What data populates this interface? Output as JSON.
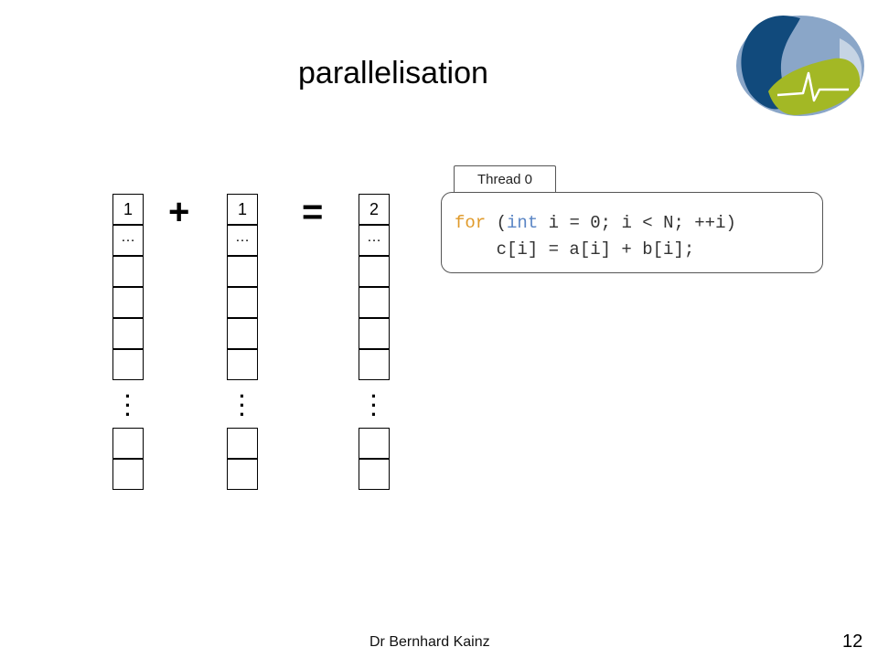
{
  "slide": {
    "title": "parallelisation",
    "footer_author": "Dr Bernhard Kainz",
    "page_number": "12"
  },
  "arrays": [
    {
      "first_value": "1",
      "second_value": "…"
    },
    {
      "first_value": "1",
      "second_value": "…"
    },
    {
      "first_value": "2",
      "second_value": "…"
    }
  ],
  "operators": {
    "plus": "+",
    "equals": "="
  },
  "code_panel": {
    "tab_label": "Thread 0",
    "line1": {
      "kw_for": "for",
      "p1": " (",
      "kw_int": "int",
      "p2": " i = 0; i < N; ++i)"
    },
    "line2": "    c[i] = a[i] + b[i];"
  },
  "colors": {
    "keyword_for": "#e09a2a",
    "keyword_int": "#5b86c5",
    "logo_dark_blue": "#114a7c",
    "logo_light_blue": "#8aa6c8",
    "logo_green": "#a3b825"
  }
}
